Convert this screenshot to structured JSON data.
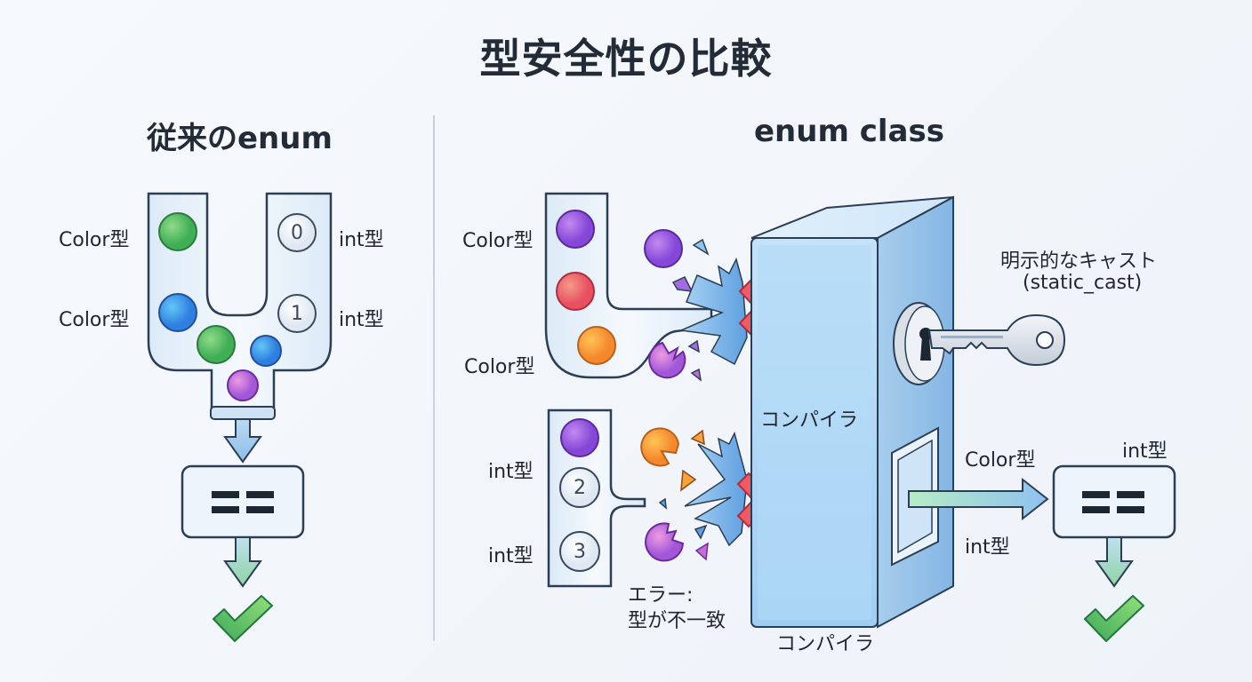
{
  "title": "型安全性の比較",
  "left": {
    "heading": "従来のenum",
    "labels": {
      "color_top": "Color型",
      "color_mid": "Color型",
      "int_top": "int型",
      "int_mid": "int型"
    },
    "int_values": [
      "0",
      "1"
    ],
    "operator": "==",
    "result_icon": "checkmark"
  },
  "right": {
    "heading": "enum class",
    "upper_labels": {
      "color_top": "Color型",
      "color_bottom": "Color型"
    },
    "lower_labels": {
      "int_top": "int型",
      "int_bottom": "int型"
    },
    "int_values": [
      "2",
      "3"
    ],
    "error_line1": "エラー:",
    "error_line2": "型が不一致",
    "compiler_label_front": "コンパイラ",
    "compiler_label_bottom": "コンパイラ",
    "cast_line1": "明示的なキャスト",
    "cast_line2": "(static_cast)",
    "arrow_label_top": "Color型",
    "arrow_label_bottom": "int型",
    "compare_label": "int型",
    "operator": "==",
    "result_icon": "checkmark"
  },
  "colors": {
    "green": "#5cc46a",
    "blue": "#3d8fe8",
    "purple": "#9b5be0",
    "red": "#ef5f6a",
    "orange": "#f7a33a",
    "pink": "#c96bd6",
    "error_x": "#ee4f5a",
    "compiler": "#a8d3f3"
  }
}
